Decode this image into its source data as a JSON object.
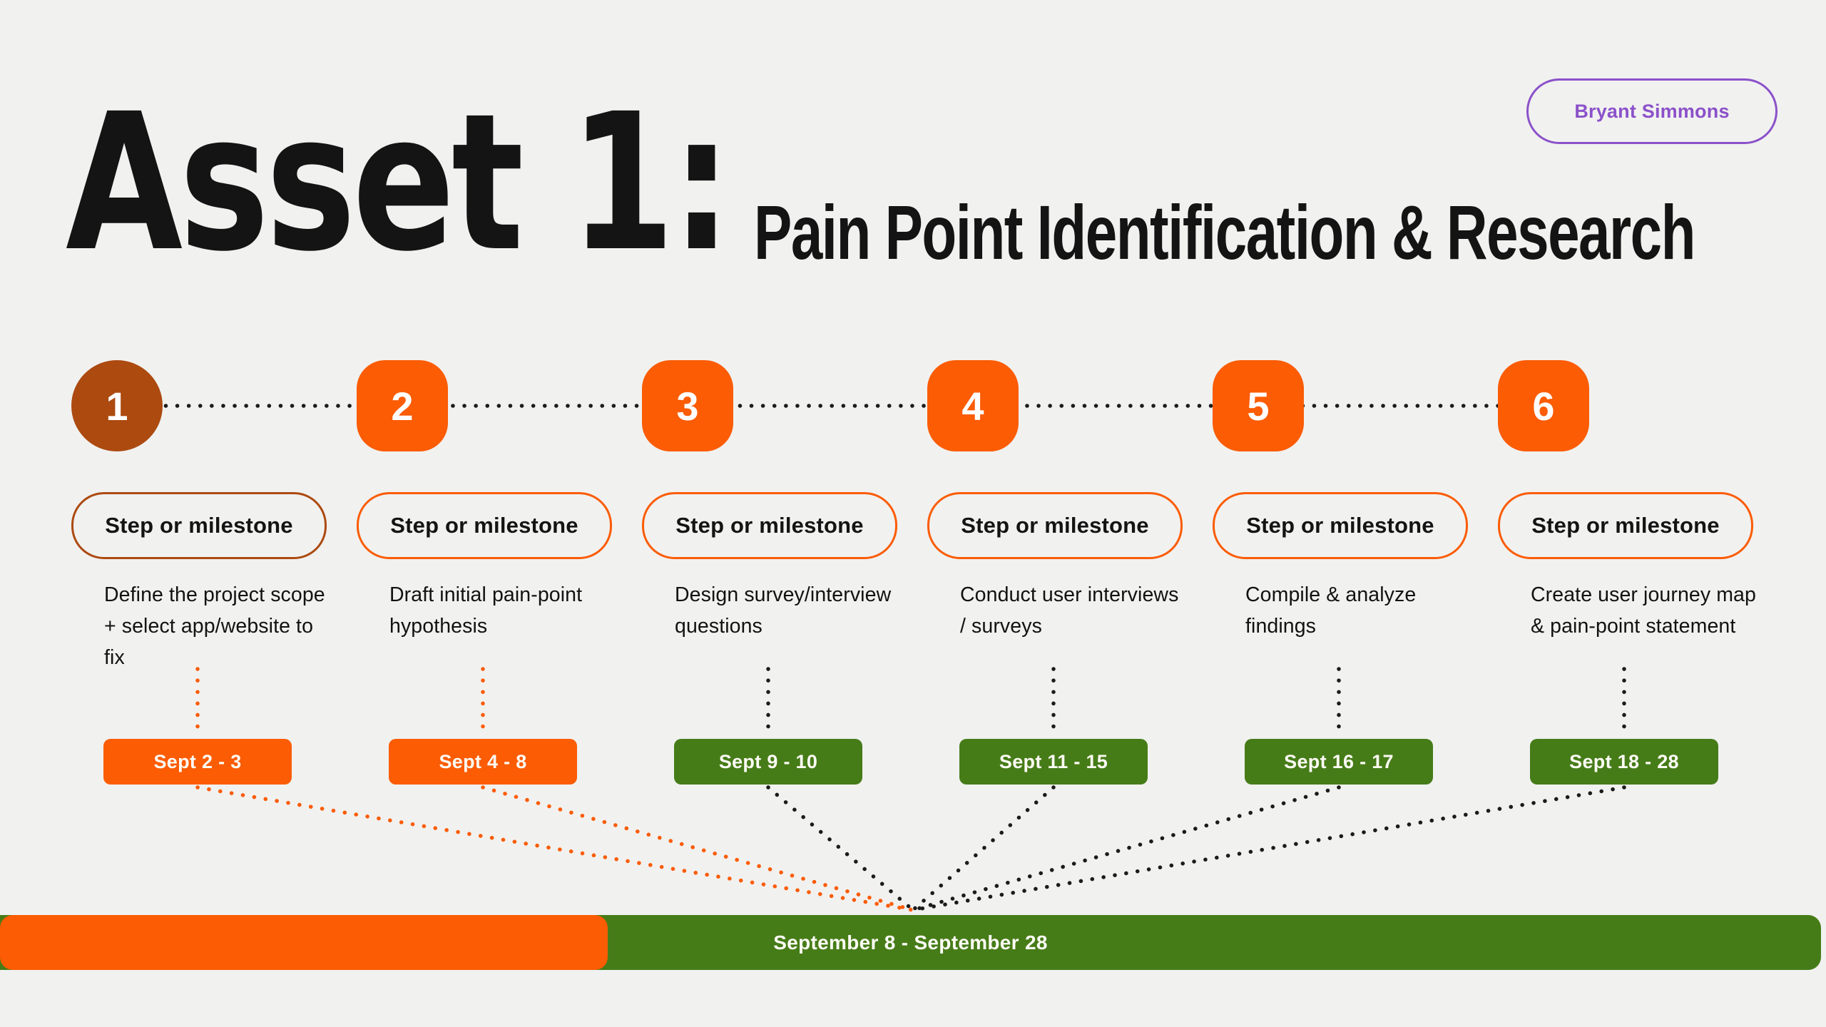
{
  "colors": {
    "background": "#f1f1f0",
    "orange": "#fb5c04",
    "burnt_orange": "#ac4a10",
    "green": "#467c18",
    "purple": "#8b51c9",
    "text": "#141414",
    "dotted_black": "#1b1b1b"
  },
  "header": {
    "author_button_label": "Bryant Simmons",
    "title": "Asset 1:",
    "subtitle": "Pain Point Identification & Research"
  },
  "steps": [
    {
      "number": "1",
      "pill_label": "Step or milestone",
      "description": "Define the project scope + select app/website to fix",
      "date_label": "Sept 2 - 3",
      "marker_shape": "circle",
      "marker_color": "#ac4a10",
      "date_color": "#fb5c04",
      "connector_color": "#fb5c04"
    },
    {
      "number": "2",
      "pill_label": "Step or milestone",
      "description": "Draft initial pain-point hypothesis",
      "date_label": "Sept 4 - 8",
      "marker_shape": "squircle",
      "marker_color": "#fb5c04",
      "date_color": "#fb5c04",
      "connector_color": "#fb5c04"
    },
    {
      "number": "3",
      "pill_label": "Step or milestone",
      "description": "Design survey/interview questions",
      "date_label": "Sept 9 - 10",
      "marker_shape": "squircle",
      "marker_color": "#fb5c04",
      "date_color": "#467c18",
      "connector_color": "#1b1b1b"
    },
    {
      "number": "4",
      "pill_label": "Step or milestone",
      "description": "Conduct user interviews / surveys",
      "date_label": "Sept 11 - 15",
      "marker_shape": "squircle",
      "marker_color": "#fb5c04",
      "date_color": "#467c18",
      "connector_color": "#1b1b1b"
    },
    {
      "number": "5",
      "pill_label": "Step or milestone",
      "description": "Compile & analyze findings",
      "date_label": "Sept 16 - 17",
      "marker_shape": "squircle",
      "marker_color": "#fb5c04",
      "date_color": "#467c18",
      "connector_color": "#1b1b1b"
    },
    {
      "number": "6",
      "pill_label": "Step or milestone",
      "description": "Create user journey map & pain-point statement",
      "date_label": "Sept 18 - 28",
      "marker_shape": "squircle",
      "marker_color": "#fb5c04",
      "date_color": "#467c18",
      "connector_color": "#1b1b1b"
    }
  ],
  "timeline_bar": {
    "label": "September 8 - September 28",
    "orange_segment_color": "#fb5c04",
    "green_segment_color": "#467c18",
    "orange_fraction": 0.333
  }
}
